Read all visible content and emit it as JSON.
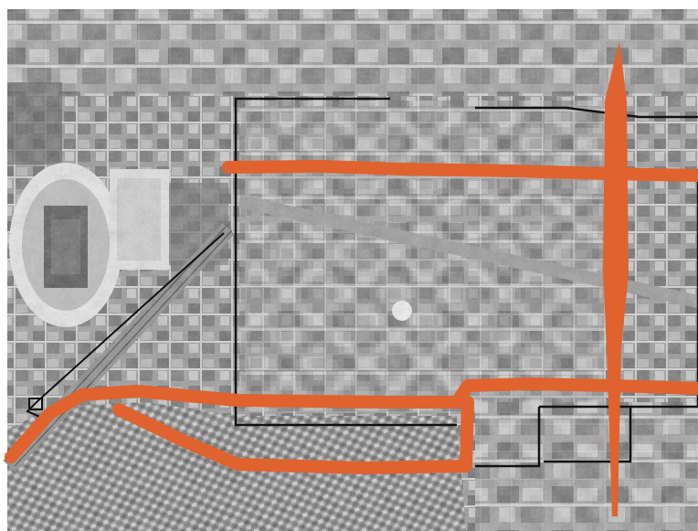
{
  "map": {
    "style": "grayscale aerial photograph",
    "colors": {
      "frame": "#ffffff",
      "photo_base": "#8f8f8f",
      "route": "#e0622e",
      "boundary": "#111111",
      "stadium_field": "#555555",
      "stadium_stands": "#e8e8e8",
      "tracks": "#6e6e6e"
    },
    "features": [
      "stadium",
      "railway-tracks",
      "campus-grid",
      "residential-grid",
      "orange-route-corridors",
      "black-boundary-outline",
      "black-district-outline"
    ]
  }
}
